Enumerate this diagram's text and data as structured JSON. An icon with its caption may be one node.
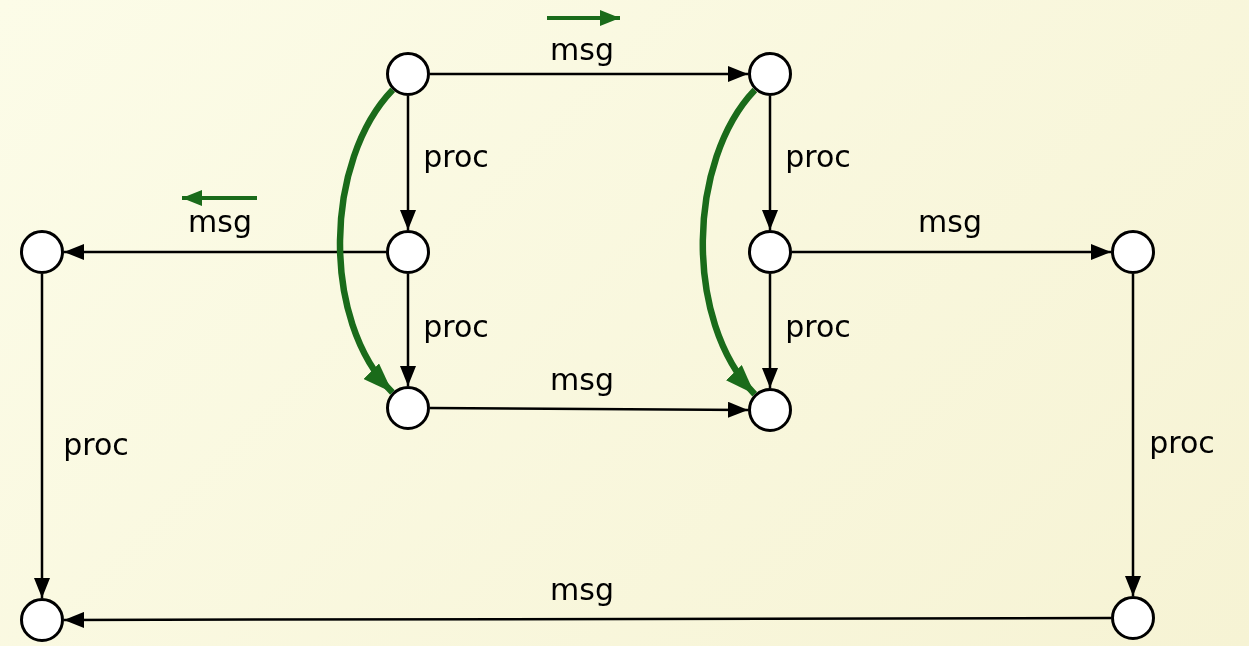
{
  "diagram": {
    "nodes": [
      {
        "text": [],
        "shape": "circle"
      },
      {
        "text": [],
        "shape": "circle"
      },
      {
        "text": [],
        "shape": "circle"
      },
      {
        "text": [],
        "shape": "circle"
      },
      {
        "text": [],
        "shape": "circle"
      },
      {
        "text": [],
        "shape": "circle"
      },
      {
        "text": [],
        "shape": "circle"
      },
      {
        "text": [],
        "shape": "circle"
      },
      {
        "text": [],
        "shape": "circle"
      },
      {
        "text": [],
        "shape": "circle"
      }
    ],
    "edges": [
      {
        "from": 0,
        "to": 1,
        "arrow": "to",
        "label": "msg"
      },
      {
        "from": 0,
        "to": 3,
        "arrow": "to",
        "label": "proc"
      },
      {
        "from": 3,
        "to": 2,
        "arrow": "to",
        "label": "msg"
      },
      {
        "from": 1,
        "to": 4,
        "arrow": "to",
        "label": "proc"
      },
      {
        "from": 4,
        "to": 5,
        "arrow": "to",
        "label": "msg"
      },
      {
        "from": 3,
        "to": 6,
        "arrow": "to",
        "label": "proc"
      },
      {
        "from": 4,
        "to": 7,
        "arrow": "to",
        "label": "proc"
      },
      {
        "from": 6,
        "to": 7,
        "arrow": "to",
        "label": "msg"
      },
      {
        "from": 2,
        "to": 8,
        "arrow": "to",
        "label": "proc"
      },
      {
        "from": 5,
        "to": 9,
        "arrow": "to",
        "label": "proc"
      },
      {
        "from": 9,
        "to": 8,
        "arrow": "to",
        "label": "msg"
      },
      {
        "from": 0,
        "to": 6,
        "arrow": "to",
        "style": "thick",
        "color": "#1a6b1a"
      },
      {
        "from": 1,
        "to": 7,
        "arrow": "to",
        "style": "thick",
        "color": "#1a6b1a"
      }
    ]
  }
}
